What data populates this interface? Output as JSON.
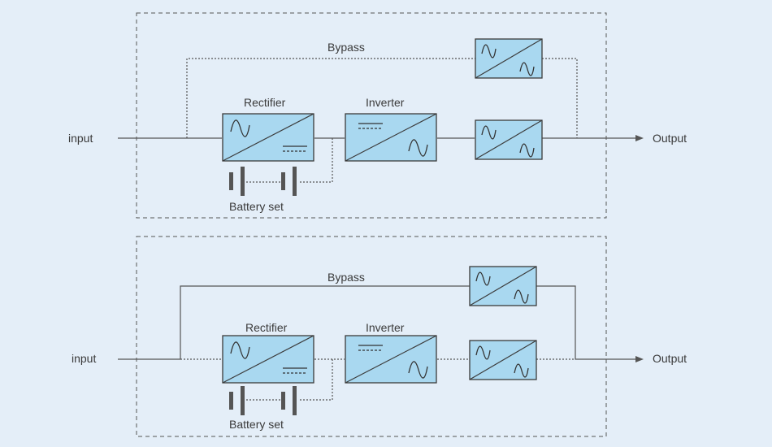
{
  "diagrams": [
    {
      "bypass": "Bypass",
      "rectifier": "Rectifier",
      "inverter": "Inverter",
      "battery": "Battery set",
      "input": "input",
      "output": "Output"
    },
    {
      "bypass": "Bypass",
      "rectifier": "Rectifier",
      "inverter": "Inverter",
      "battery": "Battery set",
      "input": "input",
      "output": "Output"
    }
  ]
}
